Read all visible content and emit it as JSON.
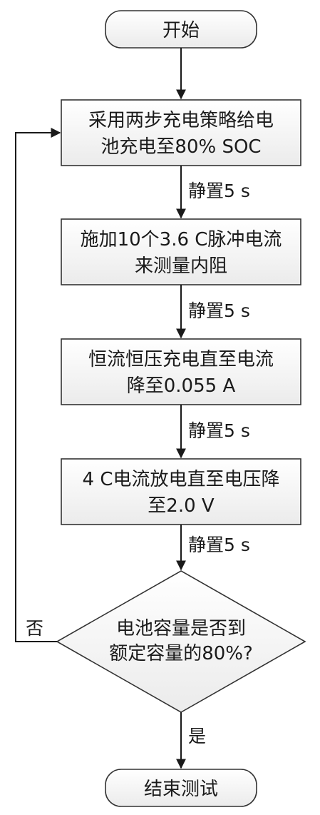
{
  "flowchart": {
    "start": "开始",
    "steps": [
      {
        "line1": "采用两步充电策略给电",
        "line2": "池充电至80% SOC"
      },
      {
        "line1": "施加10个3.6 C脉冲电流",
        "line2": "来测量内阻"
      },
      {
        "line1": "恒流恒压充电直至电流",
        "line2": "降至0.055 A"
      },
      {
        "line1": "4 C电流放电直至电压降",
        "line2": "至2.0 V"
      }
    ],
    "rest_label": "静置5 s",
    "decision": {
      "line1": "电池容量是否到",
      "line2": "额定容量的80%?"
    },
    "no_label": "否",
    "yes_label": "是",
    "end": "结束测试"
  }
}
